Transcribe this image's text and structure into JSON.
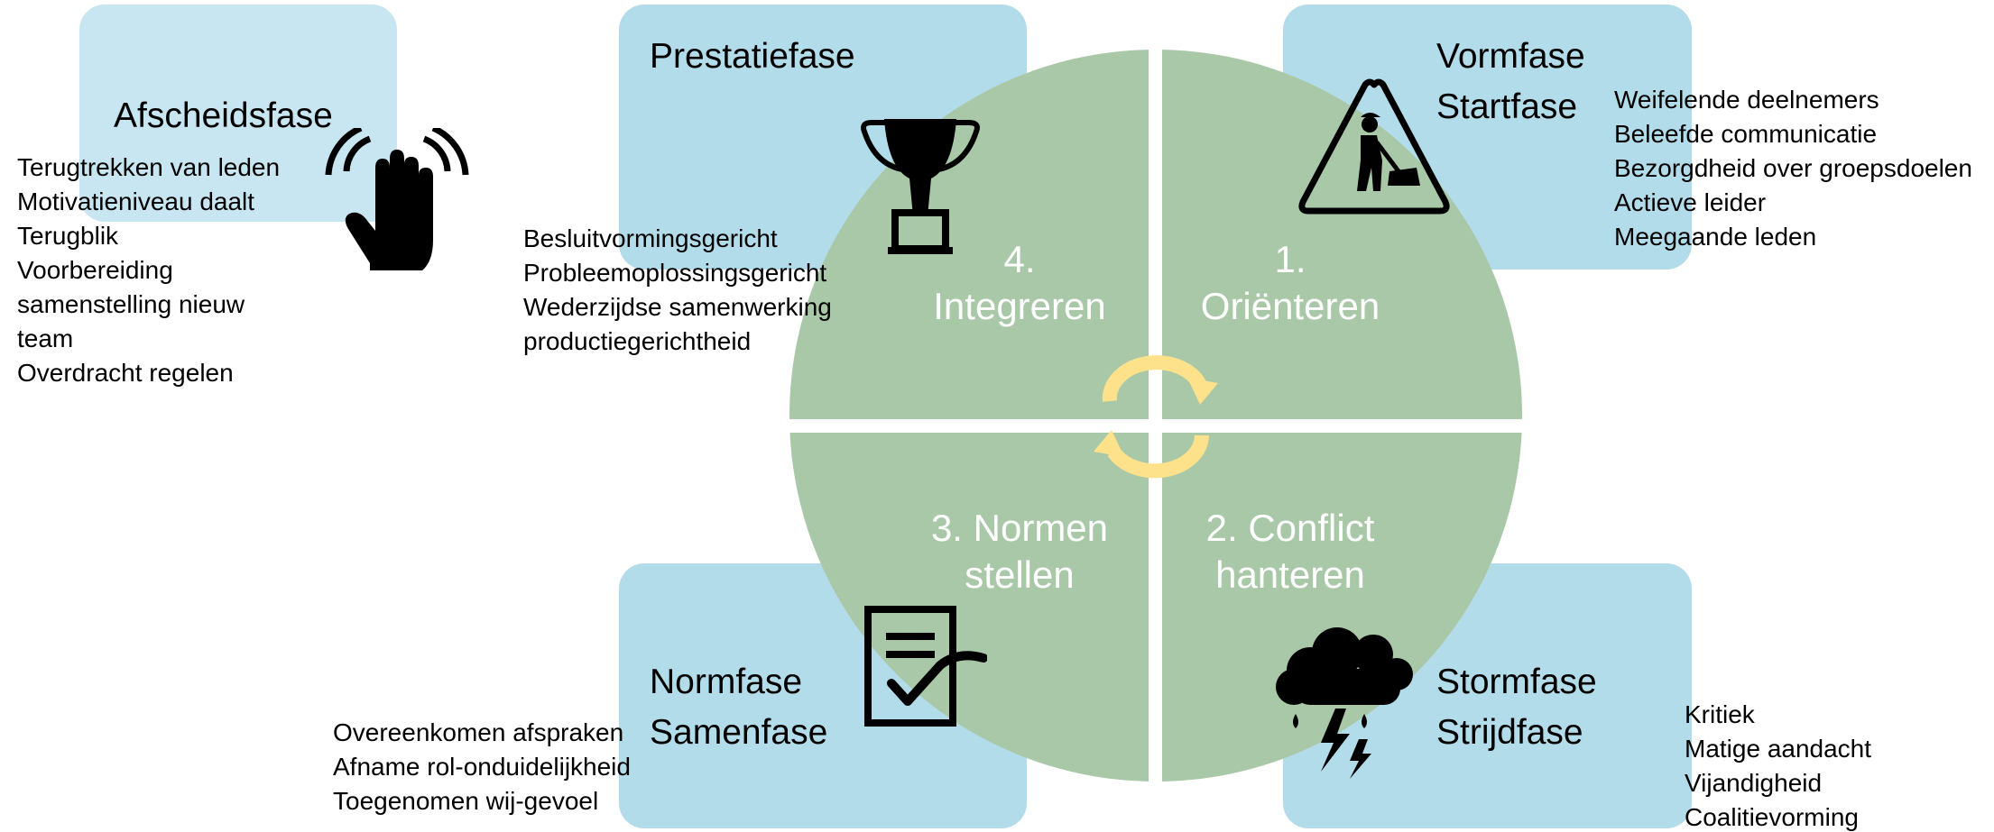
{
  "colors": {
    "box_blue": "#b3dcea",
    "box_light": "#c8e6f1",
    "circle_green": "#a9c8a8",
    "arrow_yellow": "#fde28b",
    "label_text": "#ffffff"
  },
  "afscheid": {
    "title": "Afscheidsfase",
    "items": [
      "Terugtrekken van leden",
      "Motivatieniveau daalt",
      "Terugblik",
      "Voorbereiding",
      "samenstelling nieuw",
      "team",
      "Overdracht regelen"
    ],
    "icon": "waving-hand-icon"
  },
  "prestatie": {
    "title": "Prestatiefase",
    "items": [
      "Besluitvormingsgericht",
      "Probleemoplossingsgericht",
      "Wederzijdse samenwerking",
      "productiegerichtheid"
    ],
    "icon": "trophy-icon"
  },
  "vorm": {
    "title_line1": "Vormfase",
    "title_line2": "Startfase",
    "items": [
      "Weifelende deelnemers",
      "Beleefde communicatie",
      "Bezorgdheid over groepsdoelen",
      "Actieve leider",
      "Meegaande leden"
    ],
    "icon": "construction-sign-icon"
  },
  "norm": {
    "title_line1": "Normfase",
    "title_line2": "Samenfase",
    "items": [
      "Overeenkomen afspraken",
      "Afname rol-onduidelijkheid",
      "Toegenomen wij-gevoel"
    ],
    "icon": "checklist-icon"
  },
  "storm": {
    "title_line1": "Stormfase",
    "title_line2": "Strijdfase",
    "items": [
      "Kritiek",
      "Matige aandacht",
      "Vijandigheid",
      "Coalitievorming"
    ],
    "icon": "storm-cloud-icon"
  },
  "quadrants": {
    "q1_line1": "1.",
    "q1_line2": "Oriënteren",
    "q2_line1": "2. Conflict",
    "q2_line2": "hanteren",
    "q3_line1": "3. Normen",
    "q3_line2": "stellen",
    "q4_line1": "4.",
    "q4_line2": "Integreren"
  },
  "cycle_icon": "cycle-arrows-icon"
}
